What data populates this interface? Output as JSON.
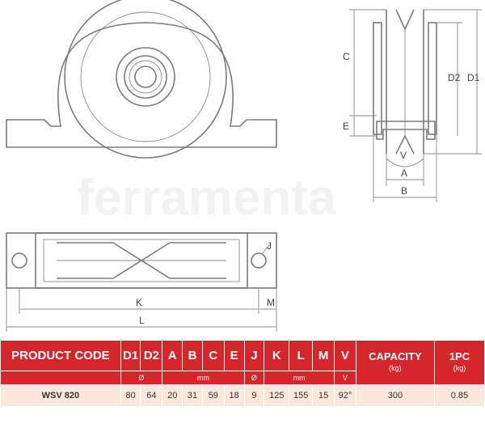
{
  "drawing": {
    "watermark": "ferramenta",
    "dimension_labels": {
      "C": "C",
      "E": "E",
      "D1": "D1",
      "D2": "D2",
      "V": "V",
      "A": "A",
      "B": "B",
      "J": "J",
      "K": "K",
      "L": "L",
      "M": "M"
    }
  },
  "table": {
    "headers": [
      "PRODUCT CODE",
      "D1",
      "D2",
      "A",
      "B",
      "C",
      "E",
      "J",
      "K",
      "L",
      "M",
      "V",
      "CAPACITY",
      "1PC"
    ],
    "capacity_unit": "(kg)",
    "onepc_unit": "(kg)",
    "unit_row": {
      "d_symbol": "Ø",
      "mm_1": "mm",
      "j_symbol": "Ø",
      "mm_2": "mm",
      "v_unit": "V"
    },
    "row": {
      "code": "WSV 820",
      "D1": "80",
      "D2": "64",
      "A": "20",
      "B": "31",
      "C": "59",
      "E": "18",
      "J": "9",
      "K": "125",
      "L": "155",
      "M": "15",
      "V": "92°",
      "capacity": "300",
      "onepc": "0.85"
    }
  }
}
